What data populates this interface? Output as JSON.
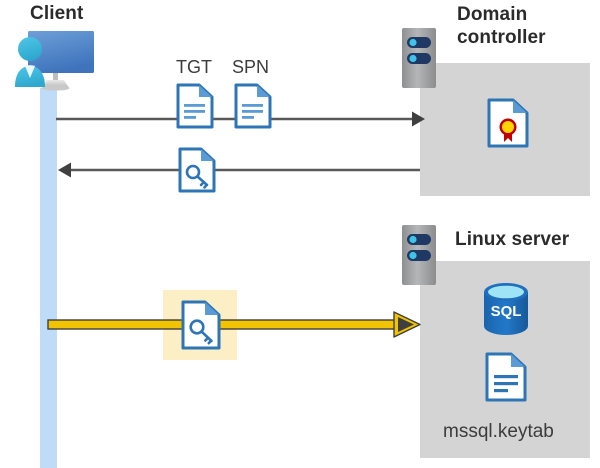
{
  "diagram": {
    "title_client": "Client",
    "title_domain_controller": "Domain\ncontroller",
    "title_domain_controller_line1": "Domain",
    "title_domain_controller_line2": "controller",
    "title_linux_server": "Linux server",
    "label_tgt": "TGT",
    "label_spn": "SPN",
    "label_keytab_file": "mssql.keytab",
    "label_sql": "SQL"
  },
  "icons": {
    "client": "client-workstation-icon",
    "server_dc": "server-rack-icon",
    "server_linux": "server-rack-icon",
    "tgt_document": "document-icon",
    "spn_document": "document-icon",
    "ticket_key_document": "key-document-icon",
    "keytab_key_document": "key-document-icon",
    "certificate": "certificate-document-icon",
    "sql_database": "sql-database-cylinder-icon",
    "keytab_file": "document-icon"
  },
  "flows": [
    {
      "name": "request-tgt-spn",
      "direction": "right",
      "style": "plain",
      "from": "client",
      "to": "domain-controller"
    },
    {
      "name": "receive-service-ticket",
      "direction": "left",
      "style": "plain",
      "from": "domain-controller",
      "to": "client"
    },
    {
      "name": "present-ticket-to-linux",
      "direction": "right",
      "style": "highlighted",
      "from": "client",
      "to": "linux-server"
    }
  ],
  "colors": {
    "panel_gray": "#d4d4d4",
    "lifeline_blue": "#bedcf7",
    "highlight_yellow": "#fcefc5",
    "arrow_gray": "#595959",
    "arrow_gold": "#f2c300",
    "doc_blue": "#2e75b6",
    "doc_blue_dark": "#1f5fa9",
    "title_text": "#2b2b2b",
    "label_text": "#3c3c3c",
    "sql_blue": "#1d6fbb",
    "cert_red": "#c00000",
    "cert_gold": "#ffd400"
  }
}
